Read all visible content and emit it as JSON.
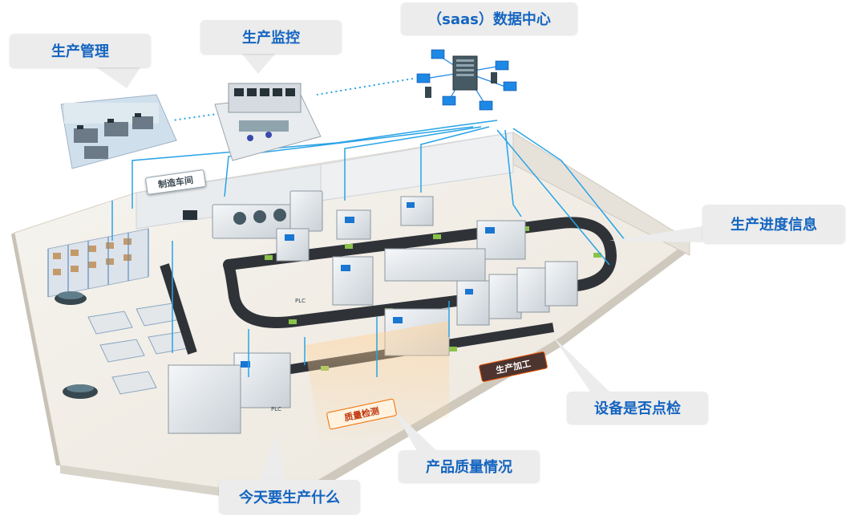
{
  "callouts": {
    "production_management": "生产管理",
    "production_monitoring": "生产监控",
    "data_center": "（saas）数据中心",
    "production_progress": "生产进度信息",
    "equipment_inspection": "设备是否点检",
    "product_quality": "产品质量情况",
    "todays_production": "今天要生产什么"
  },
  "tags": {
    "workshop": "制造车间",
    "processing": "生产加工",
    "quality_check": "质量检测"
  },
  "plc_labels": [
    "PLC",
    "PLC"
  ],
  "colors": {
    "accent_blue": "#1565c0",
    "callout_bg": "#ececec",
    "data_line": "#29a3e6",
    "conveyor": "#2f3338",
    "floor": "#f3f1ec"
  }
}
